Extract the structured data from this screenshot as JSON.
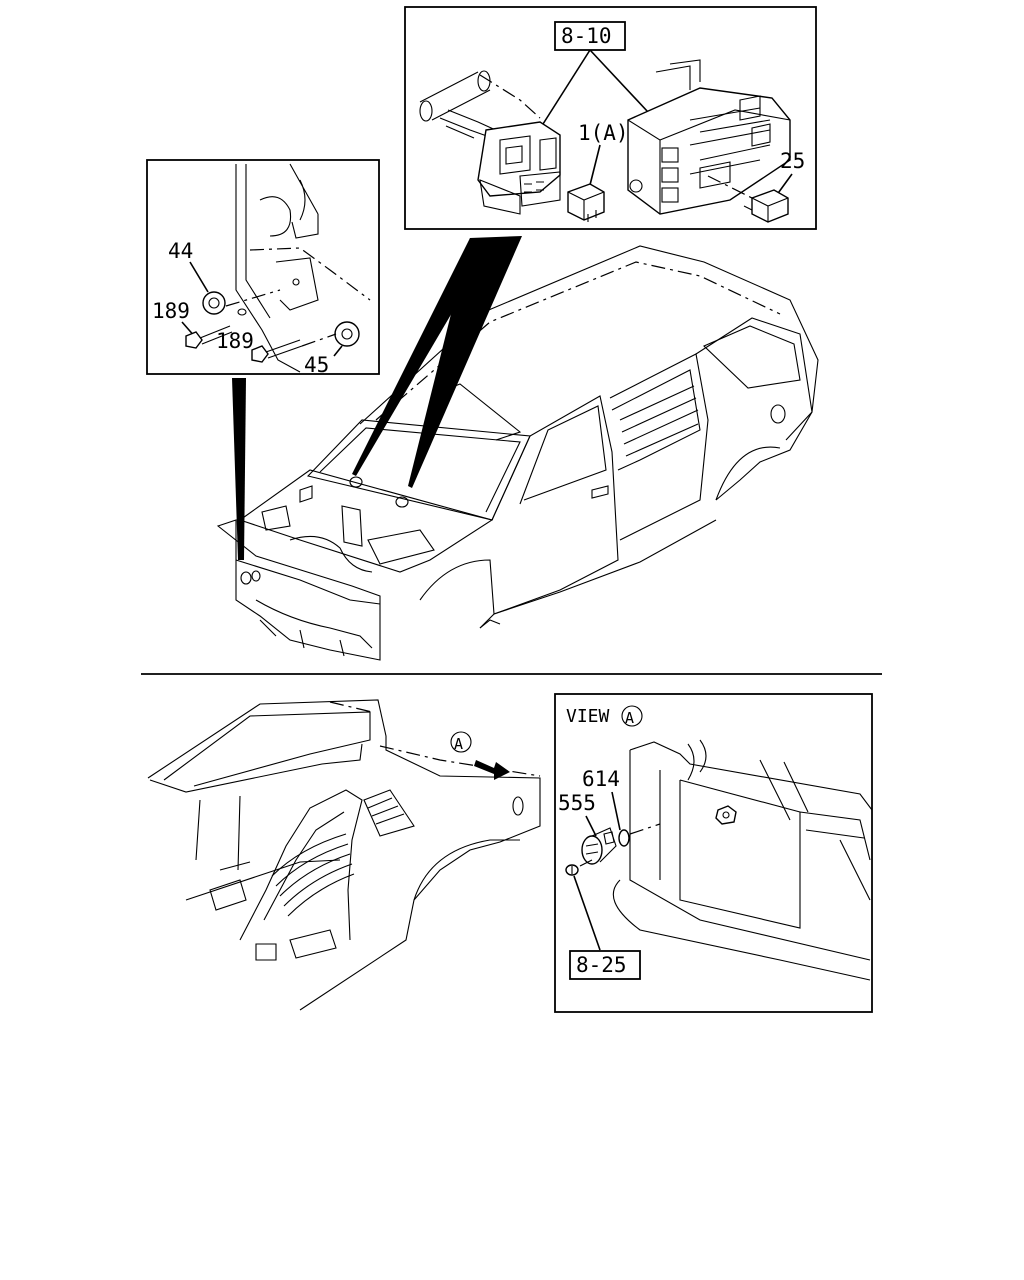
{
  "labels": {
    "ref_8_10": "8-10",
    "ref_1a": "1(A)",
    "ref_25": "25",
    "ref_44": "44",
    "ref_189_a": "189",
    "ref_189_b": "189",
    "ref_45": "45",
    "view_text": "VIEW",
    "view_circle_letter": "A",
    "arrow_circle_letter": "A",
    "ref_614": "614",
    "ref_555": "555",
    "ref_8_25": "8-25"
  }
}
